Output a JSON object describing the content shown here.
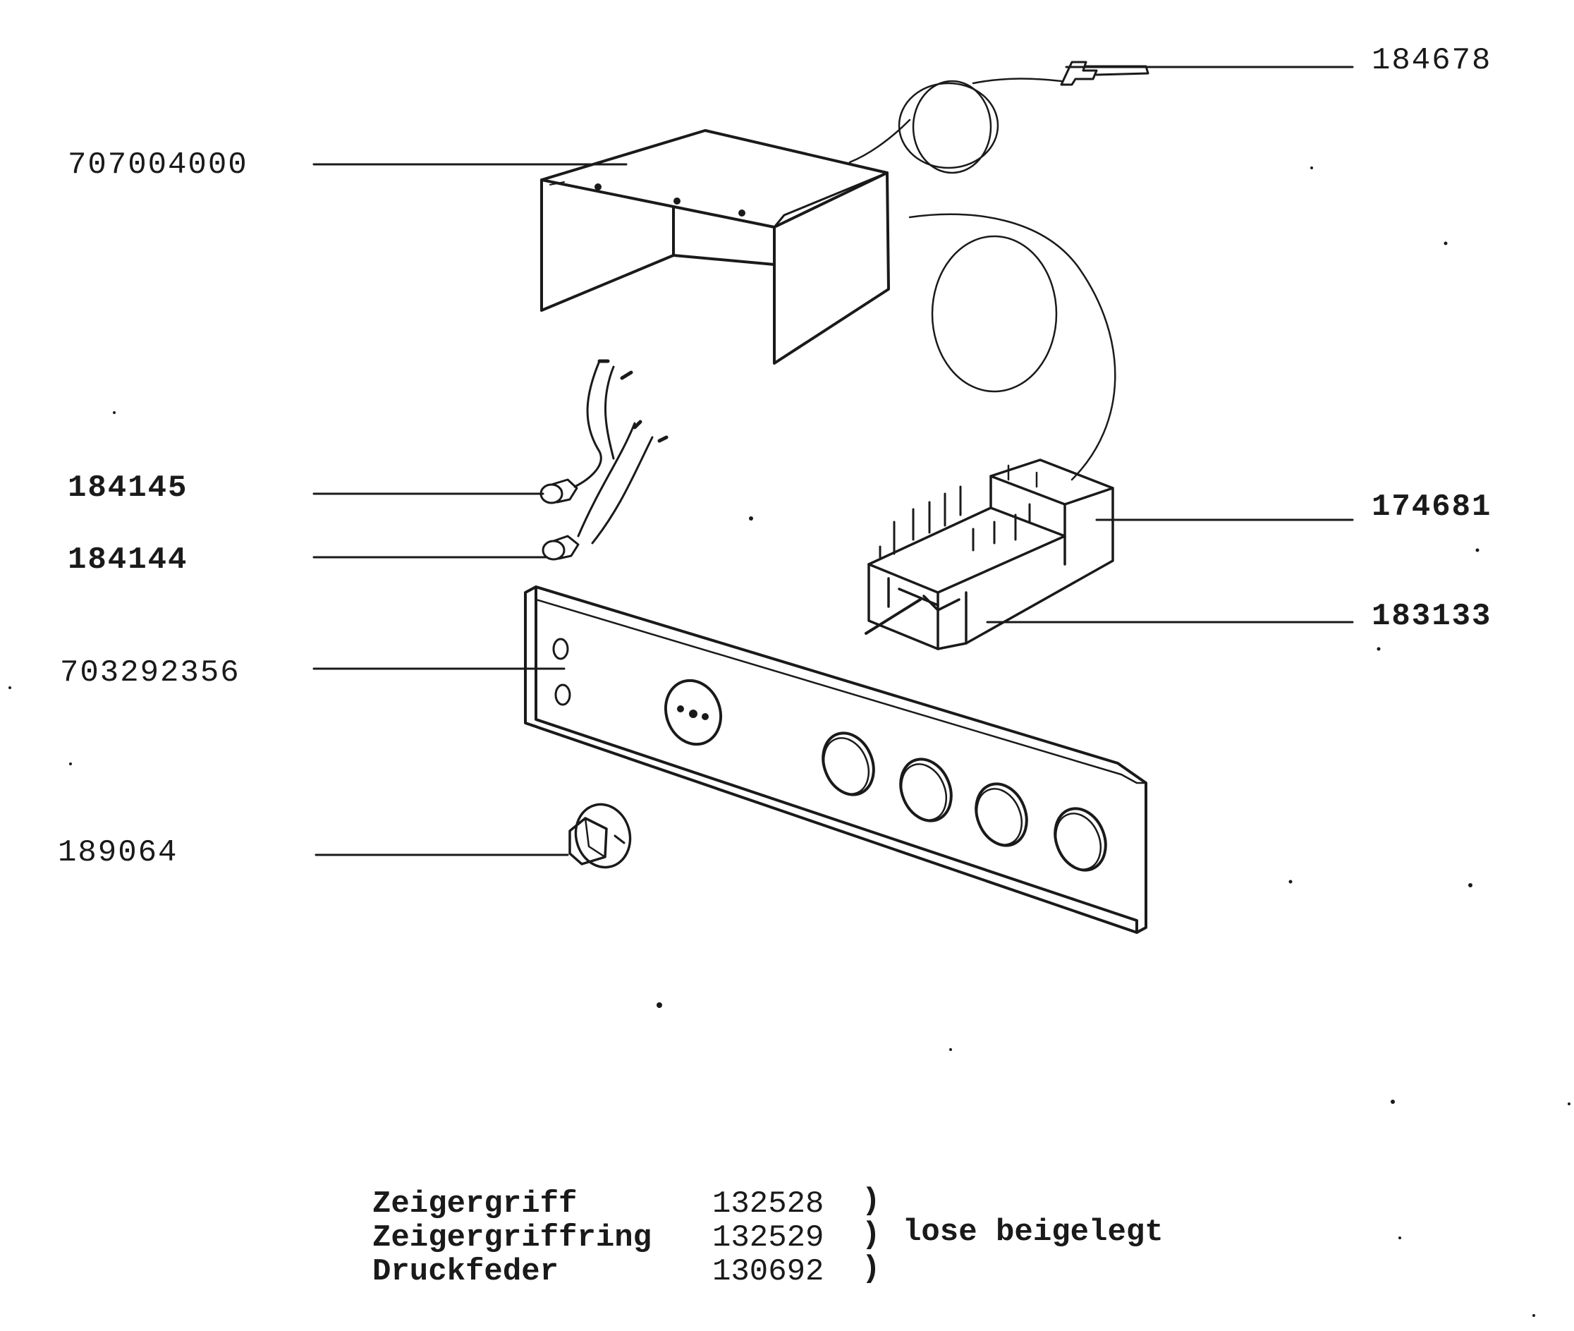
{
  "callouts": {
    "p184678": "184678",
    "p707004000": "707004000",
    "p184145": "184145",
    "p184144": "184144",
    "p174681": "174681",
    "p183133": "183133",
    "p703292356": "703292356",
    "p189064": "189064"
  },
  "parts_list": {
    "rows": [
      {
        "name": "Zeigergriff",
        "number": "132528",
        "paren": ")"
      },
      {
        "name": "Zeigergriffring",
        "number": "132529",
        "paren": ")"
      },
      {
        "name": "Druckfeder",
        "number": "130692",
        "paren": ")"
      }
    ],
    "note": "lose beigelegt"
  },
  "colors": {
    "ink": "#1a1a1a",
    "paper": "#ffffff"
  }
}
